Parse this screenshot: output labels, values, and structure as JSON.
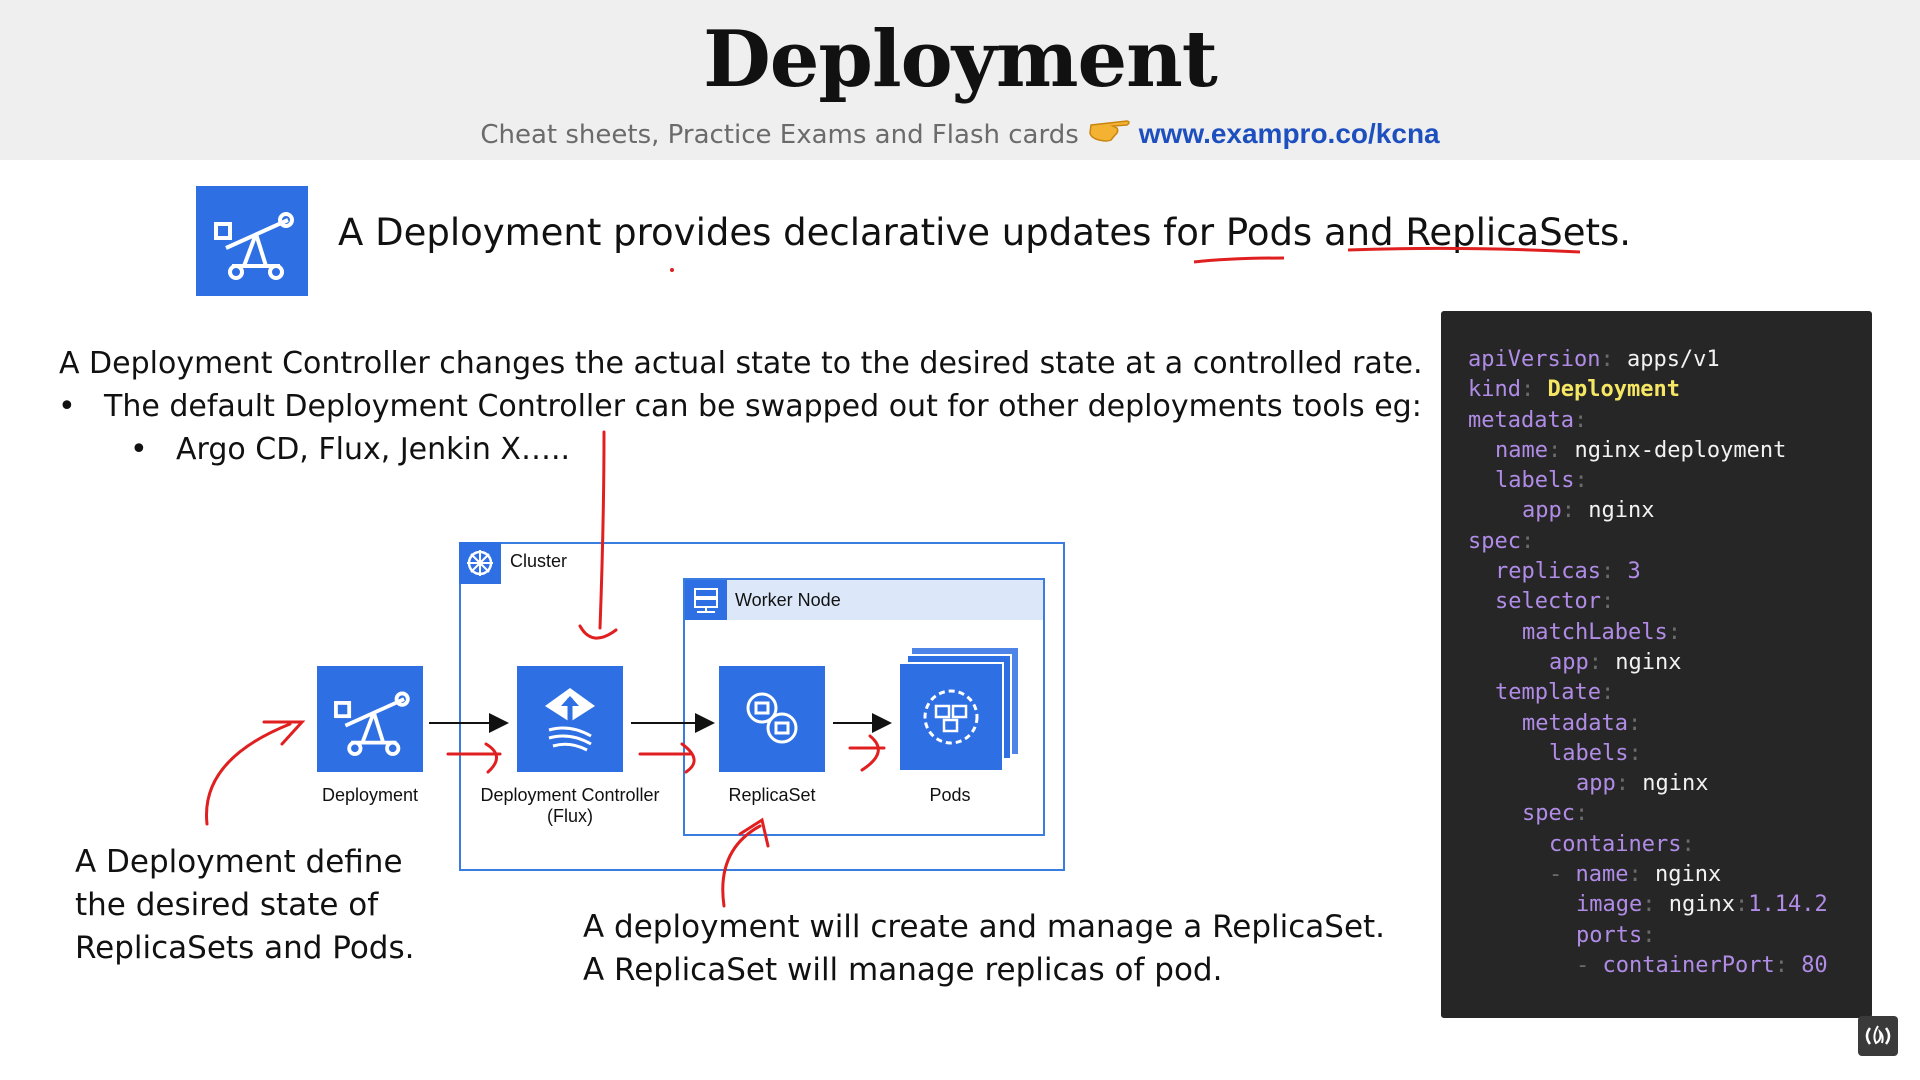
{
  "header": {
    "title": "Deployment",
    "subtitle": "Cheat sheets, Practice Exams and Flash cards",
    "link": "www.exampro.co/kcna"
  },
  "intro": "A Deployment provides declarative updates for Pods and ReplicaSets.",
  "body": {
    "line1": "A Deployment Controller changes the actual state to the desired state at a controlled rate.",
    "bullet1": "The default Deployment Controller can be swapped out for other deployments tools eg:",
    "bullet2": "Argo CD, Flux, Jenkin X….."
  },
  "diagram": {
    "cluster_label": "Cluster",
    "worker_label": "Worker Node",
    "deployment_label": "Deployment",
    "controller_label_1": "Deployment Controller",
    "controller_label_2": "(Flux)",
    "replicaset_label": "ReplicaSet",
    "pods_label": "Pods"
  },
  "notes": {
    "left_1": "A Deployment define",
    "left_2": "the desired state of",
    "left_3": "ReplicaSets and Pods.",
    "bottom_1": "A deployment will create and manage a ReplicaSet.",
    "bottom_2": "A ReplicaSet will manage replicas of pod."
  },
  "code": {
    "l1k": "apiVersion",
    "l1v": "apps/v1",
    "l2k": "kind",
    "l2v": "Deployment",
    "l3k": "metadata",
    "l4k": "name",
    "l4v": "nginx-deployment",
    "l5k": "labels",
    "l6k": "app",
    "l6v": "nginx",
    "l7k": "spec",
    "l8k": "replicas",
    "l8v": "3",
    "l9k": "selector",
    "l10k": "matchLabels",
    "l11k": "app",
    "l11v": "nginx",
    "l12k": "template",
    "l13k": "metadata",
    "l14k": "labels",
    "l15k": "app",
    "l15v": "nginx",
    "l16k": "spec",
    "l17k": "containers",
    "l18k": "name",
    "l18v": "nginx",
    "l19k": "image",
    "l19v": "nginx",
    "l19n": "1.14.2",
    "l20k": "ports",
    "l21k": "containerPort",
    "l21v": "80"
  },
  "colors": {
    "accent_blue": "#2f6fe4",
    "annotation_red": "#e02020",
    "code_bg": "#262626",
    "yaml_key": "#b08ce6",
    "yaml_highlight": "#f5e663"
  }
}
